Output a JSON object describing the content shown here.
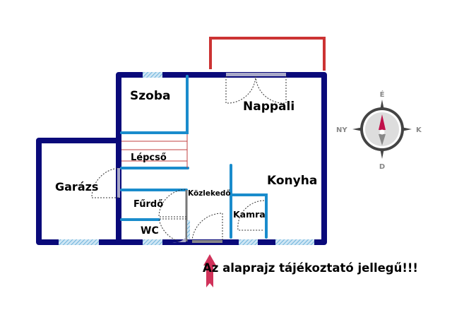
{
  "rooms": {
    "szoba": "Szoba",
    "nappali": "Nappali",
    "lepcso": "Lépcső",
    "garazs": "Garázs",
    "konyha": "Konyha",
    "furdo": "Fűrdő",
    "kozlekedo": "Közlekedő",
    "kamra": "Kamra",
    "wc": "WC"
  },
  "compass": {
    "north": "É",
    "south": "D",
    "east": "K",
    "west": "NY"
  },
  "notice": "Az alaprajz tájékoztató jellegű!!!",
  "colors": {
    "outer_wall": "#0a0a7a",
    "inner_wall": "#1a8ccc",
    "balcony": "#cc3333",
    "window": "#8fc8e8",
    "arrow": "#d0325a"
  }
}
